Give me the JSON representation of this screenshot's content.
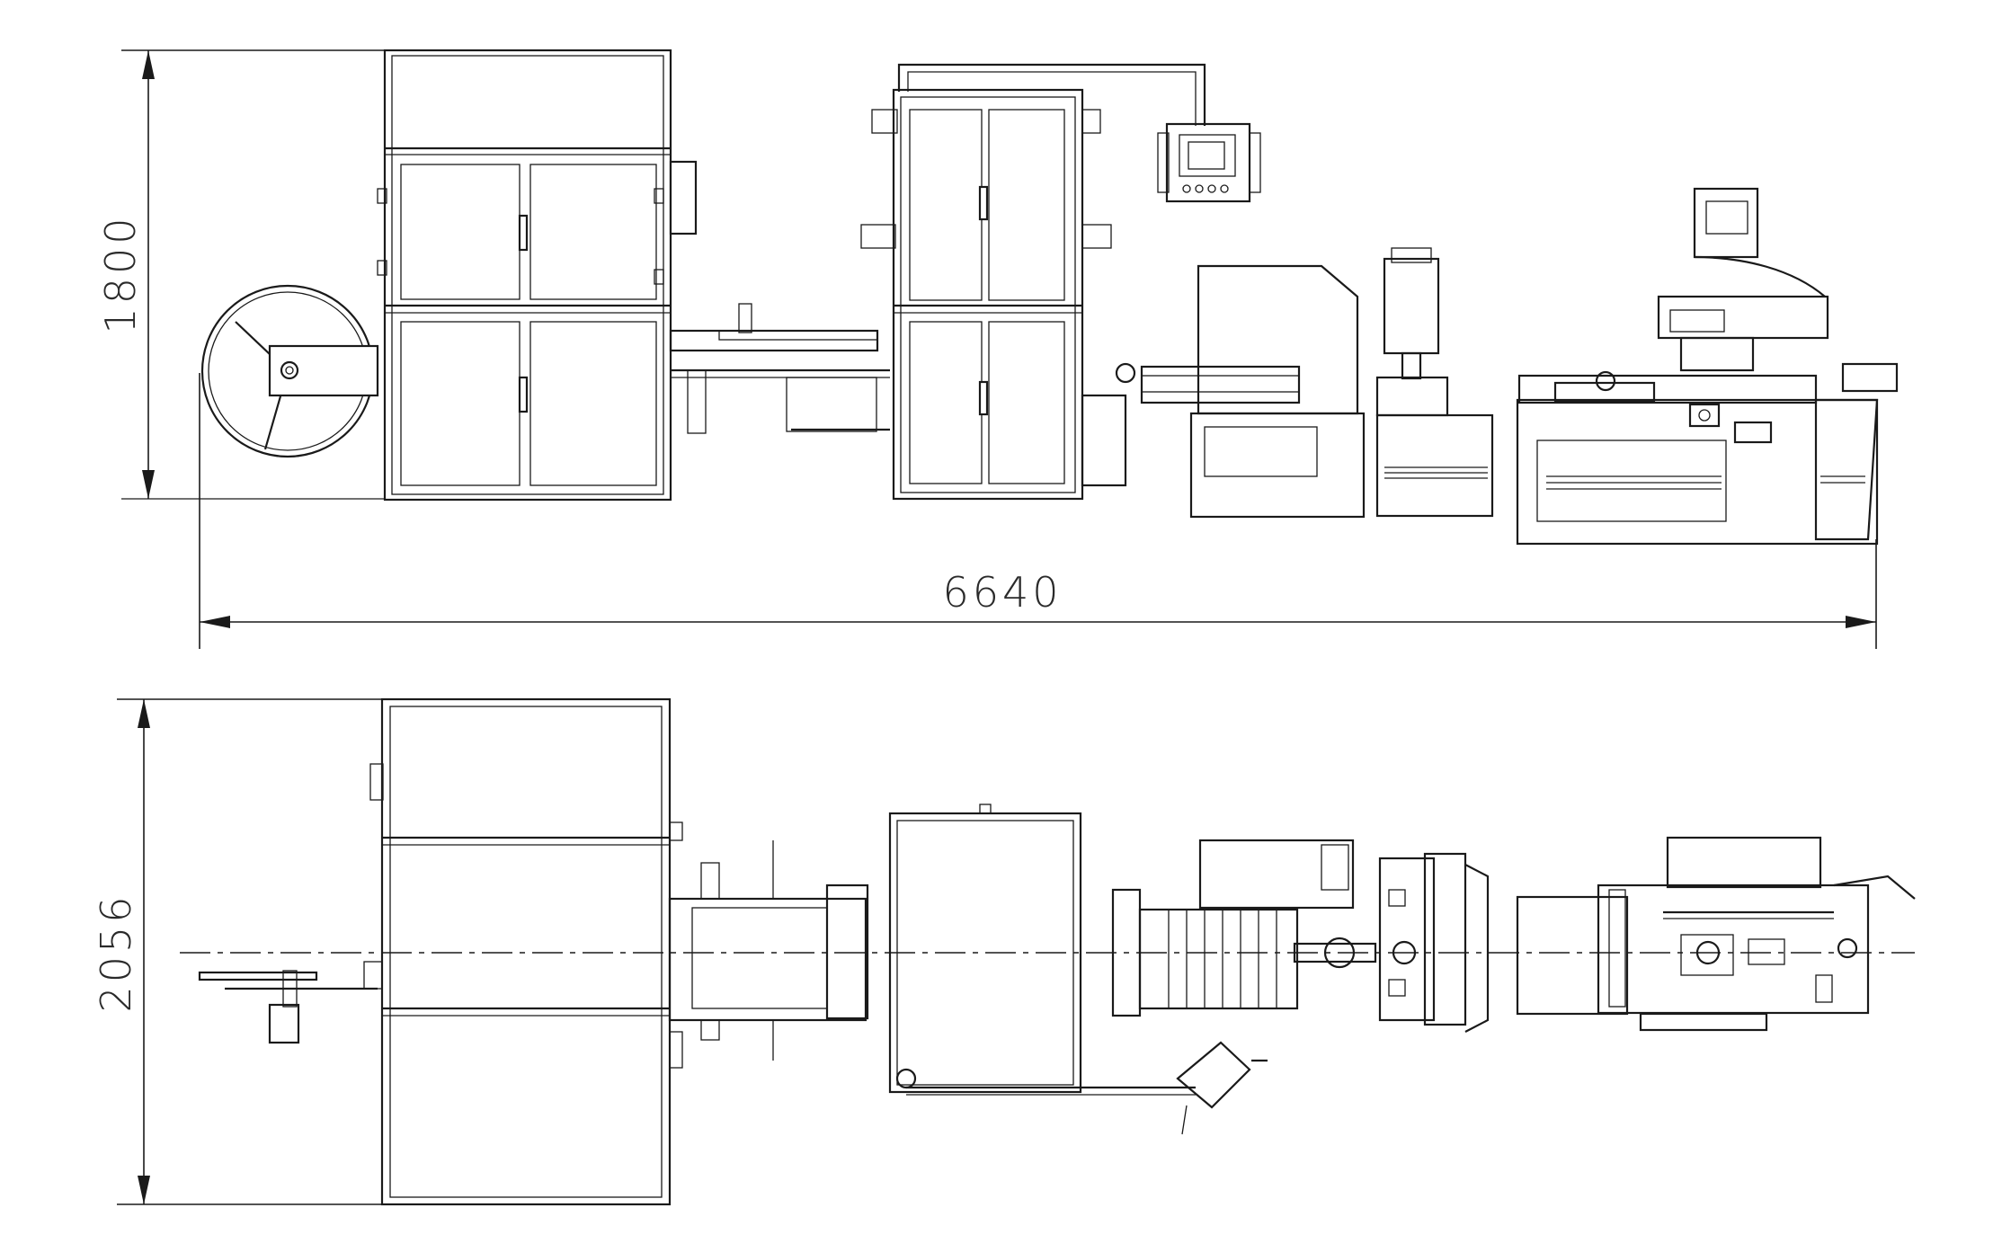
{
  "dimensions": {
    "height_side_view": "1800",
    "total_length": "6640",
    "width_top_view": "2056"
  },
  "colors": {
    "line": "#1a1a1a",
    "background": "#ffffff"
  }
}
